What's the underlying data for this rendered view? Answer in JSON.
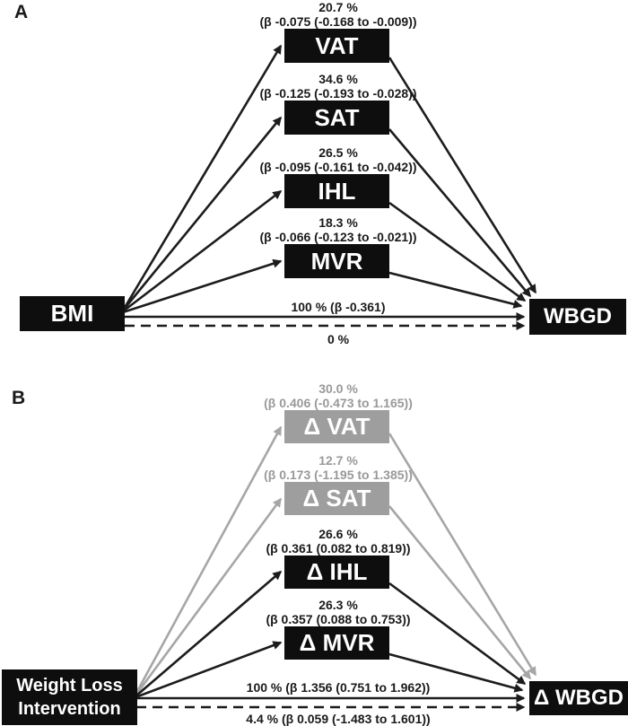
{
  "colors": {
    "node_black": "#0e0e0e",
    "node_gray": "#9e9e9e",
    "line_black": "#1c1c1c",
    "line_gray": "#a6a6a6",
    "text_black": "#1a1a1a",
    "text_gray": "#999999"
  },
  "panel_a": {
    "label": "A",
    "exposure": {
      "name": "BMI"
    },
    "outcome": {
      "name": "WBGD"
    },
    "mediators": [
      {
        "name": "VAT",
        "pct": "20.7 %",
        "beta": "(β -0.075 (-0.168 to -0.009))"
      },
      {
        "name": "SAT",
        "pct": "34.6 %",
        "beta": "(β -0.125 (-0.193 to -0.028))"
      },
      {
        "name": "IHL",
        "pct": "26.5 %",
        "beta": "(β -0.095 (-0.161 to -0.042))"
      },
      {
        "name": "MVR",
        "pct": "18.3 %",
        "beta": "(β -0.066 (-0.123 to -0.021))"
      }
    ],
    "direct_path_label": "100 % (β -0.361)",
    "dashed_path_label": "0 %"
  },
  "panel_b": {
    "label": "B",
    "exposure": {
      "name": "Weight Loss Intervention"
    },
    "outcome": {
      "name": "Δ WBGD"
    },
    "mediators": [
      {
        "name": "Δ VAT",
        "pct": "30.0 %",
        "beta": "(β 0.406 (-0.473 to 1.165))",
        "tone": "gray"
      },
      {
        "name": "Δ SAT",
        "pct": "12.7 %",
        "beta": "(β 0.173 (-1.195 to 1.385))",
        "tone": "gray"
      },
      {
        "name": "Δ IHL",
        "pct": "26.6 %",
        "beta": "(β 0.361 (0.082 to 0.819))",
        "tone": "black"
      },
      {
        "name": "Δ MVR",
        "pct": "26.3 %",
        "beta": "(β 0.357 (0.088 to 0.753))",
        "tone": "black"
      }
    ],
    "direct_path_label": "100 % (β 1.356 (0.751 to 1.962))",
    "dashed_path_label": "4.4 % (β 0.059 (-1.483 to 1.601))"
  }
}
